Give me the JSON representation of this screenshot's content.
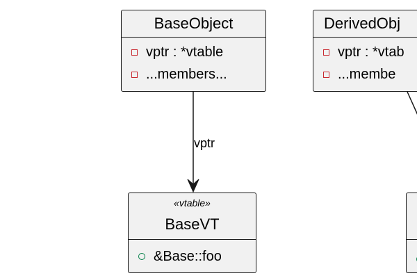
{
  "diagram": {
    "classes": [
      {
        "id": "base-object",
        "name": "BaseObject",
        "stereotype": "",
        "fields": [
          {
            "visibility": "private",
            "text": "vptr : *vtable"
          },
          {
            "visibility": "private",
            "text": "...members..."
          }
        ]
      },
      {
        "id": "derived-object",
        "name": "DerivedObj",
        "stereotype": "",
        "fields": [
          {
            "visibility": "private",
            "text": "vptr : *vtab"
          },
          {
            "visibility": "private",
            "text": "...membe"
          }
        ]
      },
      {
        "id": "base-vt",
        "name": "BaseVT",
        "stereotype": "«vtable»",
        "fields": [
          {
            "visibility": "public",
            "text": "&Base::foo"
          }
        ]
      }
    ],
    "edges": [
      {
        "from": "base-object",
        "to": "base-vt",
        "label": "vptr"
      }
    ]
  }
}
